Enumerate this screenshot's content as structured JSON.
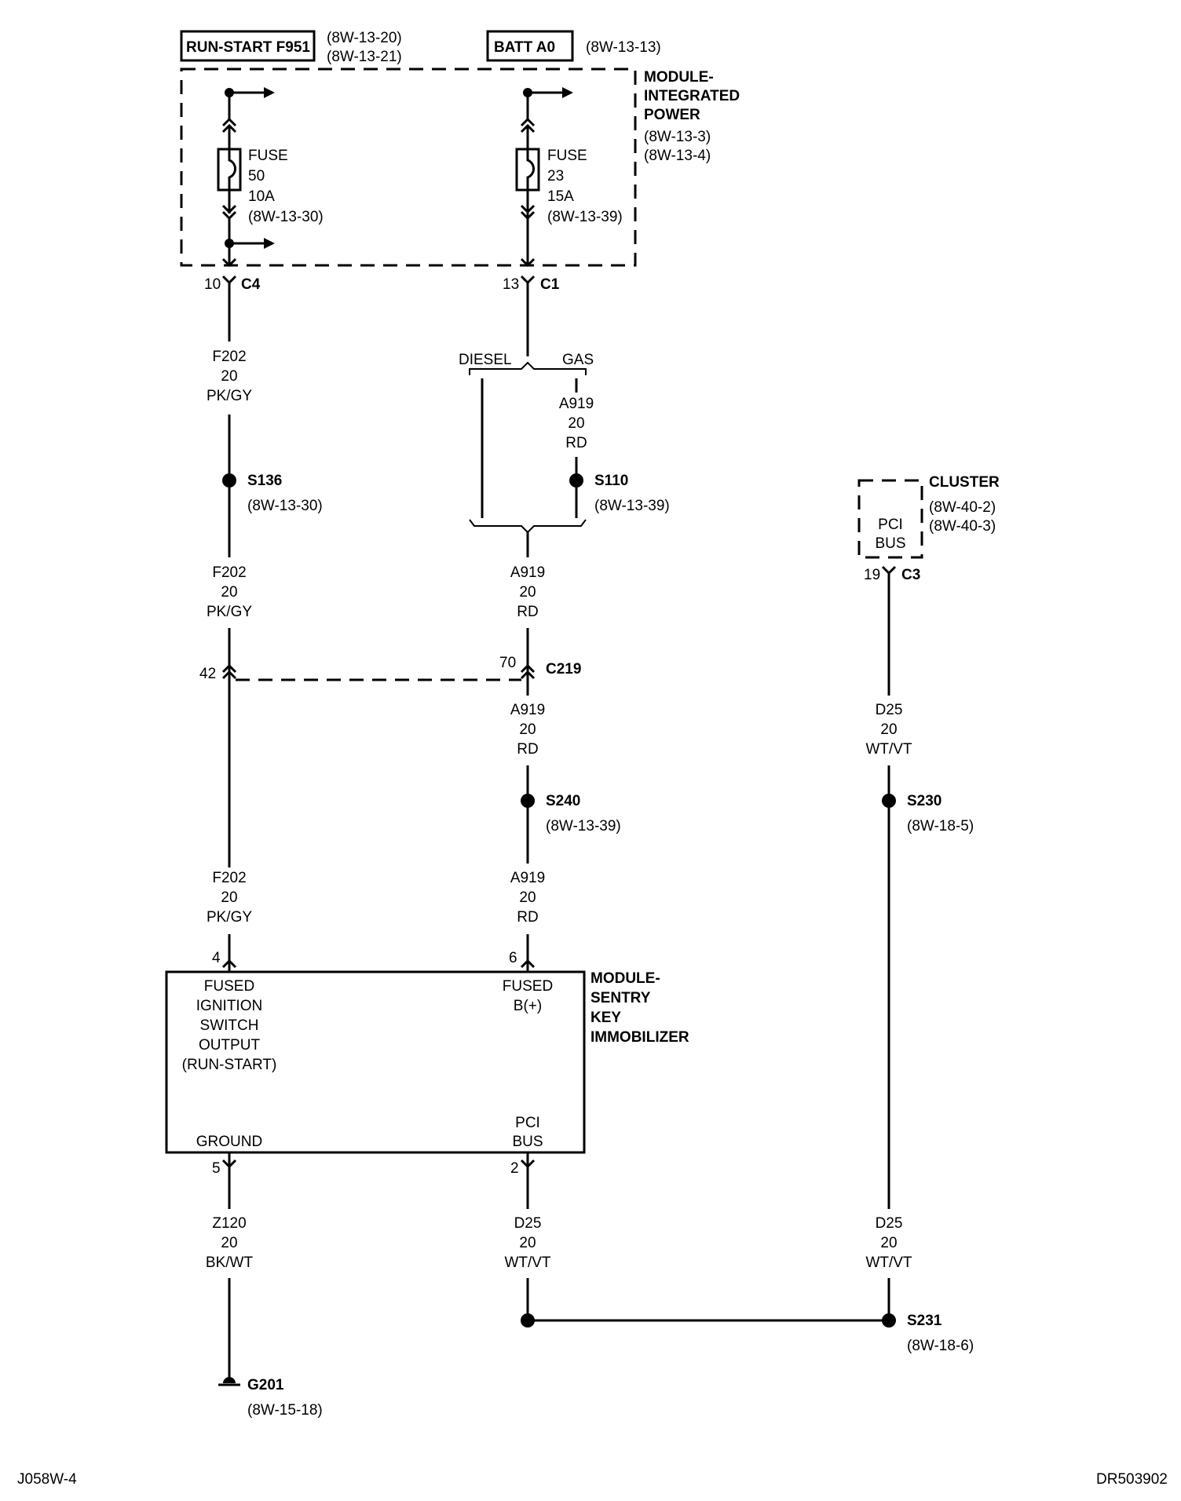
{
  "header": {
    "run_start_label": "RUN-START F951",
    "run_start_ref1": "(8W-13-20)",
    "run_start_ref2": "(8W-13-21)",
    "batt_label": "BATT A0",
    "batt_ref": "(8W-13-13)"
  },
  "ipm": {
    "title_line1": "MODULE-",
    "title_line2": "INTEGRATED",
    "title_line3": "POWER",
    "ref1": "(8W-13-3)",
    "ref2": "(8W-13-4)"
  },
  "fuse_left": {
    "label": "FUSE",
    "number": "50",
    "rating": "10A",
    "ref": "(8W-13-30)"
  },
  "fuse_right": {
    "label": "FUSE",
    "number": "23",
    "rating": "15A",
    "ref": "(8W-13-39)"
  },
  "connectors": {
    "c4_pin": "10",
    "c4": "C4",
    "c1_pin": "13",
    "c1": "C1",
    "c3_pin": "19",
    "c3": "C3",
    "c219_left_pin": "42",
    "c219_right_pin": "70",
    "c219": "C219",
    "immo_pin_ign": "4",
    "immo_pin_batt": "6",
    "immo_pin_gnd": "5",
    "immo_pin_pci": "2"
  },
  "variants": {
    "diesel": "DIESEL",
    "gas": "GAS"
  },
  "wires": {
    "f202_1": [
      "F202",
      "20",
      "PK/GY"
    ],
    "f202_2": [
      "F202",
      "20",
      "PK/GY"
    ],
    "f202_3": [
      "F202",
      "20",
      "PK/GY"
    ],
    "a919_gas": [
      "A919",
      "20",
      "RD"
    ],
    "a919_2": [
      "A919",
      "20",
      "RD"
    ],
    "a919_3": [
      "A919",
      "20",
      "RD"
    ],
    "a919_4": [
      "A919",
      "20",
      "RD"
    ],
    "d25_1": [
      "D25",
      "20",
      "WT/VT"
    ],
    "d25_2": [
      "D25",
      "20",
      "WT/VT"
    ],
    "d25_3": [
      "D25",
      "20",
      "WT/VT"
    ],
    "z120": [
      "Z120",
      "20",
      "BK/WT"
    ]
  },
  "splices": {
    "s136": "S136",
    "s136_ref": "(8W-13-30)",
    "s110": "S110",
    "s110_ref": "(8W-13-39)",
    "s240": "S240",
    "s240_ref": "(8W-13-39)",
    "s230": "S230",
    "s230_ref": "(8W-18-5)",
    "s231": "S231",
    "s231_ref": "(8W-18-6)"
  },
  "cluster": {
    "title": "CLUSTER",
    "ref1": "(8W-40-2)",
    "ref2": "(8W-40-3)",
    "pin_line1": "PCI",
    "pin_line2": "BUS"
  },
  "immobilizer": {
    "title_line1": "MODULE-",
    "title_line2": "SENTRY",
    "title_line3": "KEY",
    "title_line4": "IMMOBILIZER",
    "ign_lines": [
      "FUSED",
      "IGNITION",
      "SWITCH",
      "OUTPUT",
      "(RUN-START)"
    ],
    "batt_lines": [
      "FUSED",
      "B(+)"
    ],
    "ground": "GROUND",
    "pci_lines": [
      "PCI",
      "BUS"
    ]
  },
  "ground_point": {
    "label": "G201",
    "ref": "(8W-15-18)"
  },
  "footer": {
    "left": "J058W-4",
    "right": "DR503902"
  }
}
